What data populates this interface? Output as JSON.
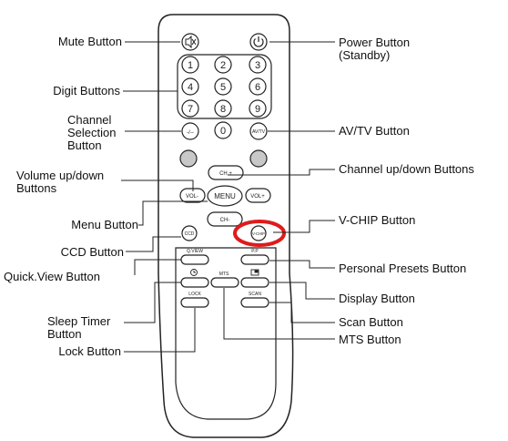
{
  "remote": {
    "digits": [
      "1",
      "2",
      "3",
      "4",
      "5",
      "6",
      "7",
      "8",
      "9",
      "0"
    ],
    "cluster": {
      "up": "CH +",
      "down": "CH-",
      "left": "VOL-",
      "right": "VOL+",
      "center": "MENU"
    },
    "small_buttons": {
      "ch_sel": "-/--",
      "avtv": "AV/TV",
      "ccd": "CCD",
      "vchip": "V-CHIP",
      "qview": "Q.VIEW",
      "pp": "P.P",
      "mts": "MTS",
      "scan": "SCAN",
      "lock": "LOCK"
    },
    "highlight_color": "#e01b1b"
  },
  "callouts": {
    "mute": "Mute Button",
    "power": "Power Button\n(Standby)",
    "digits": "Digit Buttons",
    "channel_selection": "Channel\nSelection\nButton",
    "avtv": "AV/TV Button",
    "channel_updown": "Channel up/down Buttons",
    "volume": "Volume up/down\nButtons",
    "menu": "Menu Button",
    "vchip": "V-CHIP Button",
    "ccd": "CCD Button",
    "quickview": "Quick.View Button",
    "personal_presets": "Personal Presets Button",
    "display": "Display Button",
    "sleep": "Sleep Timer\nButton",
    "scan": "Scan Button",
    "mts": "MTS Button",
    "lock": "Lock Button"
  }
}
